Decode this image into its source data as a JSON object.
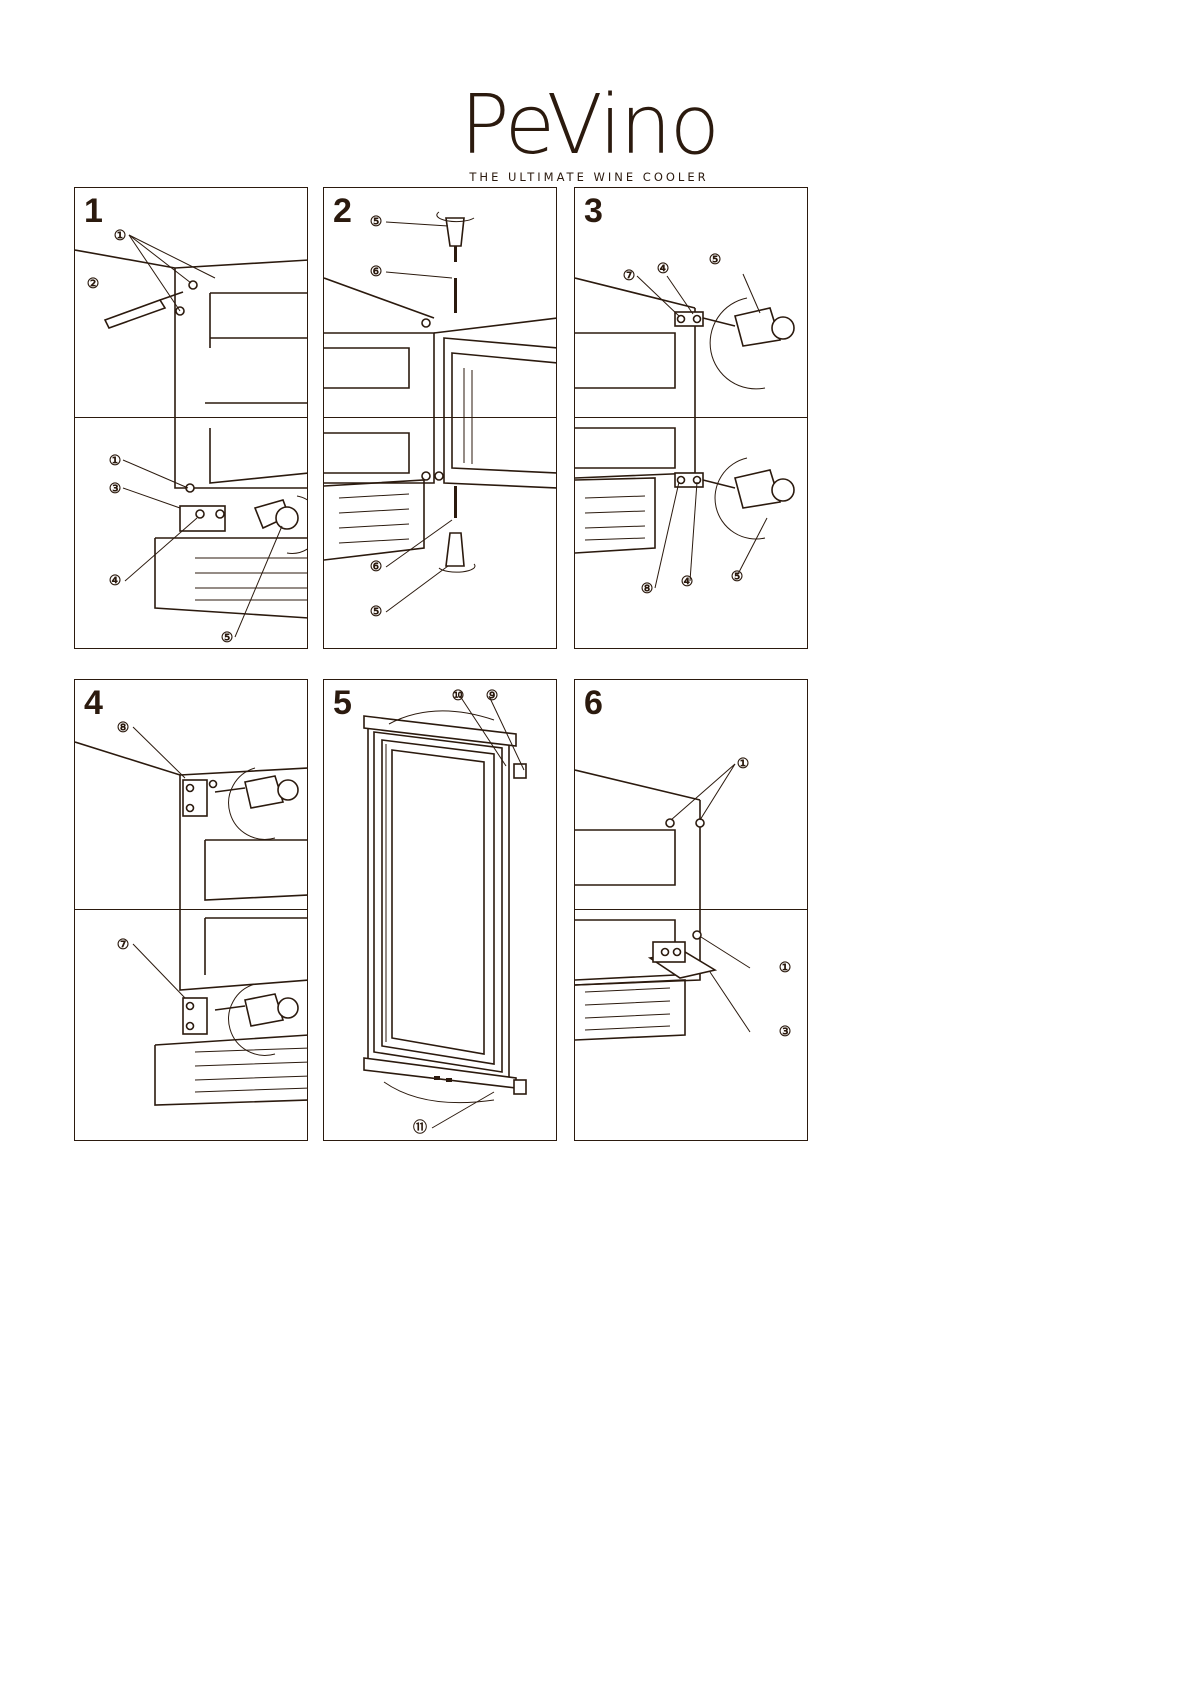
{
  "logo": {
    "name": "PeVino",
    "tagline": "THE ULTIMATE WINE COOLER"
  },
  "panels": [
    {
      "number": "1",
      "callouts": [
        "①",
        "②",
        "①",
        "③",
        "④",
        "⑤"
      ]
    },
    {
      "number": "2",
      "callouts": [
        "⑤",
        "⑥",
        "⑥",
        "⑤"
      ]
    },
    {
      "number": "3",
      "callouts": [
        "⑦",
        "④",
        "⑤",
        "⑧",
        "④",
        "⑤"
      ]
    },
    {
      "number": "4",
      "callouts": [
        "⑧",
        "⑦"
      ]
    },
    {
      "number": "5",
      "callouts": [
        "⑩",
        "⑨",
        "⑪"
      ]
    },
    {
      "number": "6",
      "callouts": [
        "①",
        "①",
        "③"
      ]
    }
  ]
}
